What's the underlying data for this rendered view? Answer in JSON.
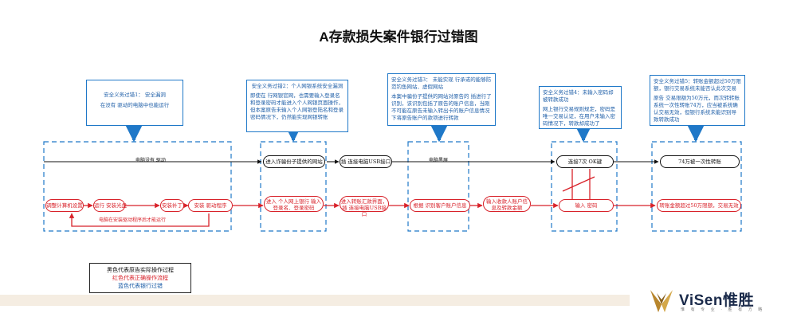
{
  "title": "A存款损失案件银行过错图",
  "colors": {
    "black": "#111111",
    "red": "#d8222a",
    "blue": "#1f78c8"
  },
  "callouts": [
    {
      "lines": [
        "安全义务过错1： 安全漏洞",
        "在没有 驱动的电脑中也能运行"
      ]
    },
    {
      "lines": [
        "安全义务过错2：个人网银系统安全漏洞",
        "即使在 行网银官网，也需要输入登录名和登录密码才能进入个人网银页面操作，但本案原告未输入个人网银登陆名和登录密码情况下，仍然能实现网银转账"
      ]
    },
    {
      "lines": [
        "安全义务过错3： 未能实现 行承诺的能够防范钓鱼网站、虚假网站",
        "本案中骗份子提供的网站对原告的 插进行了识别，该识别包括了原告的账户信息，当刚不可能在原告未输入转出卡的账户信息情况下将原告账户的款项进行转款"
      ]
    },
    {
      "lines": [
        "安全义务过错4：未输入密码却被转款成功",
        "网上银行交易规则规定，密码是唯一交易认证，在用户未输入密码情况下，转款却成功了"
      ]
    },
    {
      "lines": [
        "安全义务过错5：转账金额超过50万限额，银行交易系统未能否认此次交易",
        "原告 交易限额为50万元，而次转转账系统一次性转账74万，应当被系统确认交易无效，但银行系统未能识别导致转款成功"
      ]
    }
  ],
  "black_flow": {
    "labels": [
      "电脑没有 驱动",
      "电脑黑屏"
    ],
    "nodes": [
      "进入诈骗份子提供的网站",
      "插 连接电脑USB接口",
      "连接7次 OK键",
      "74万被一次性转账"
    ]
  },
  "red_flow": {
    "nodes": [
      "调整计算机设置",
      "运行 安装光盘",
      "安装补丁",
      "安装 驱动程序",
      "进入 个人网上银行 输入登录名、登录密码",
      "进入转账汇款界面，插 连接电脑USB接口",
      "根据 识别客户账户信息",
      "输入收款人账户信息及转款金额",
      "输入 密码",
      "转账金额超过50万限额，交易无效"
    ],
    "note": "电脑在安装驱动程序后才能运行"
  },
  "legend": [
    "黑色代表原告实际操作过程",
    "红色代表正确操作流程",
    "蓝色代表银行过错"
  ],
  "brand": {
    "name": "ViSen惟胜",
    "slogan": "惟 有 专 业 · 胜 有 方 略"
  }
}
